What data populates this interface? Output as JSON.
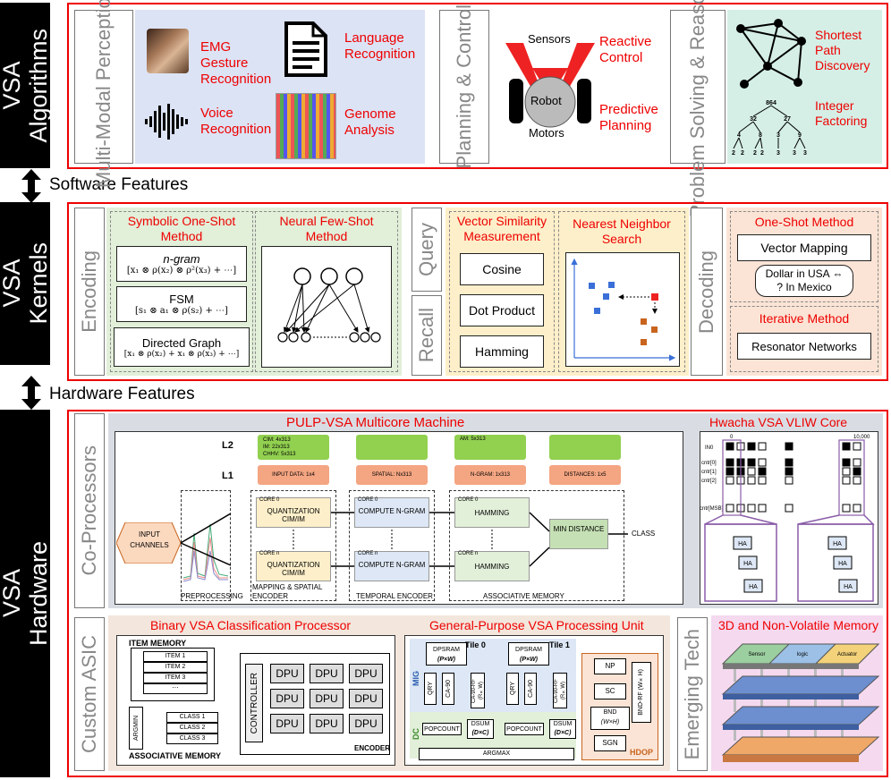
{
  "bands": {
    "algorithms": [
      "VSA",
      "Algorithms"
    ],
    "kernels": [
      "VSA",
      "Kernels"
    ],
    "hardware": [
      "VSA",
      "Hardware"
    ]
  },
  "features": {
    "software": "Software Features",
    "hardware": "Hardware Features"
  },
  "algorithms": {
    "mmp_title": "Multi-Modal Perception",
    "emg": "EMG Gesture Recognition",
    "language": "Language Recognition",
    "voice": "Voice Recognition",
    "genome": "Genome Analysis",
    "pc_title": "Planning & Control",
    "sensors": "Sensors",
    "robot": "Robot",
    "motors": "Motors",
    "reactive": "Reactive Control",
    "predictive": "Predictive Planning",
    "ps_title": "Problem Solving & Reasoning",
    "shortest": "Shortest Path Discovery",
    "integer": "Integer Factoring",
    "tree": [
      "864",
      "32",
      "27",
      "4",
      "8",
      "3",
      "9",
      "2",
      "2",
      "2",
      "2",
      "3",
      "3",
      "3"
    ]
  },
  "kernels": {
    "encoding": "Encoding",
    "symbolic": "Symbolic One-Shot Method",
    "neural": "Neural Few-Shot Method",
    "ngram": "n-gram",
    "ngram_f": "[x₁ ⊗ ρ(x₂) ⊗ ρ²(x₃) + ⋯]",
    "fsm": "FSM",
    "fsm_f": "[s₁ ⊗ a₁ ⊗ ρ(s₂) + ⋯]",
    "graph": "Directed Graph",
    "graph_f": "[x₁ ⊗ ρ(x₂) + x₁ ⊗ ρ(x₃) + ⋯]",
    "query": "Query",
    "recall": "Recall",
    "vsm": "Vector Similarity Measurement",
    "cosine": "Cosine",
    "dot": "Dot Product",
    "hamming": "Hamming",
    "nns": "Nearest Neighbor Search",
    "decoding": "Decoding",
    "oneshot": "One-Shot Method",
    "vecmap": "Vector Mapping",
    "dollar1": "Dollar in USA ⇔",
    "dollar2": "? In Mexico",
    "iterative": "Iterative Method",
    "resonator": "Resonator Networks"
  },
  "hardware": {
    "coproc": "Co-Processors",
    "pulp": "PULP-VSA Multicore Machine",
    "l2": "L2",
    "l1": "L1",
    "mem_cim": [
      "CIM: 4x313",
      "IM: 22x313",
      "CHHV: 5x313"
    ],
    "mem_am": "AM: 5x313",
    "input_data": "INPUT DATA: 1x4",
    "spatial": "SPATIAL: Nx313",
    "ngram1": "N-GRAM: 1x313",
    "distances": "DISTANCES: 1x5",
    "input_channels": "INPUT CHANNELS",
    "quant": "QUANTIZATION CIM/IM",
    "compute": "COMPUTE N-GRAM",
    "hamming": "HAMMING",
    "min": "MIN DISTANCE",
    "class": "CLASS",
    "core0": "CORE 0",
    "coren": "CORE n",
    "preproc": "PREPROCESSING",
    "mapping": "MAPPING & SPATIAL ENCODER",
    "temporal": "TEMPORAL ENCODER",
    "assoc": "ASSOCIATIVE MEMORY",
    "hwacha": "Hwacha VSA VLIW Core",
    "hw_idx": [
      "0",
      "10,000"
    ],
    "hw_rows": [
      "IN0",
      "cntr[0]",
      "cntr[1]",
      "cntr[2]",
      "cntr[MSB]"
    ],
    "ha": "HA",
    "asic": "Custom ASIC",
    "binary": "Binary VSA Classification Processor",
    "item_memory": "ITEM MEMORY",
    "items": [
      "ITEM 1",
      "ITEM 2",
      "ITEM 3",
      "⋯"
    ],
    "controller": "CONTROLLER",
    "dpu": "DPU",
    "encoder": "ENCODER",
    "argmin": "ARGMIN",
    "classes": [
      "CLASS 1",
      "CLASS 2",
      "CLASS 3"
    ],
    "assoc_mem": "ASSOCIATIVE MEMORY",
    "gp": "General-Purpose VSA Processing Unit",
    "tile0": "Tile 0",
    "tile1": "Tile 1",
    "dpsram": "DPSRAM",
    "pw": "(P×W)",
    "qry": "QRY",
    "ca90": "CA-90",
    "ca90rf": "CA-90-RF",
    "rw": "(R×W)",
    "mig": "MIG",
    "dc": "DC",
    "popcount": "POPCOUNT",
    "dsum": "DSUM",
    "dc_dim": "(D×C)",
    "argmax": "ARGMAX",
    "np": "NP",
    "sc": "SC",
    "bnd": "BND",
    "wh": "(W×H)",
    "bndrf": "BND-RF",
    "sgn": "SGN",
    "hdop": "HDOP",
    "emerging": "Emerging Tech",
    "nvm": "3D and Non-Volatile Memory",
    "layers": [
      "Sensor",
      "logic",
      "Actuator"
    ]
  }
}
